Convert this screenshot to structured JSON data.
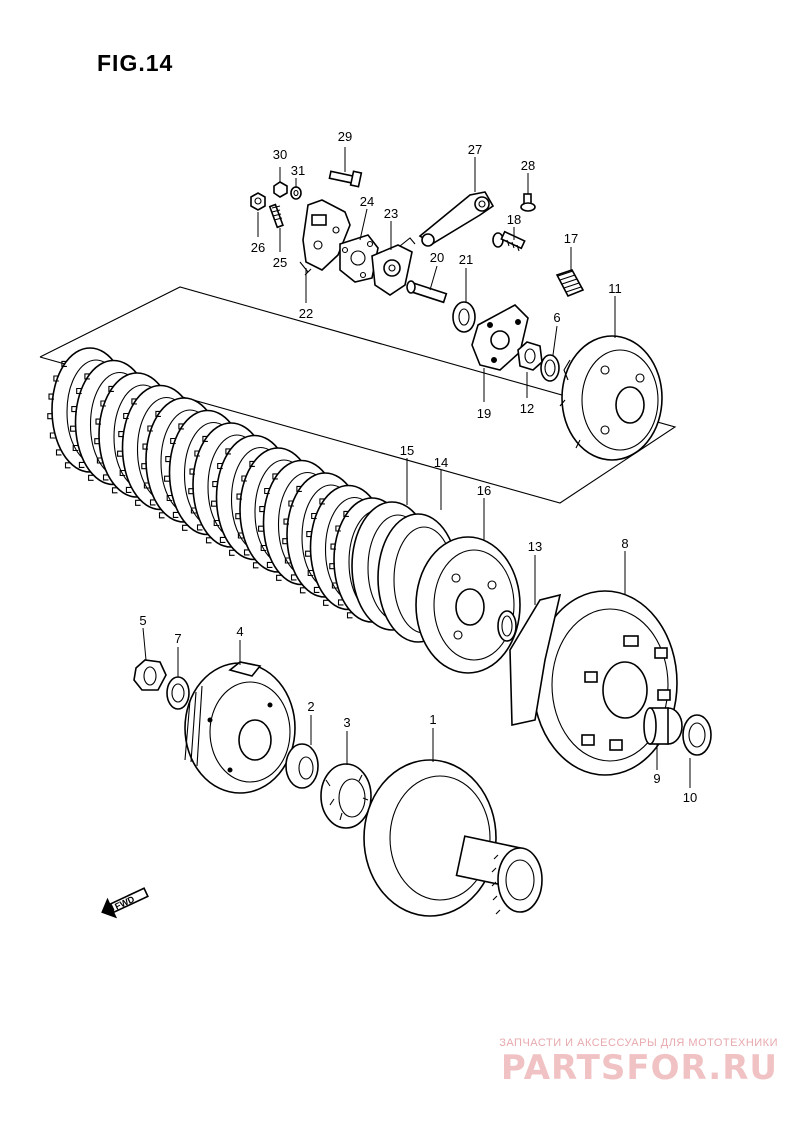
{
  "figure": {
    "title": "FIG.14"
  },
  "callouts": [
    {
      "id": "1",
      "label": "1"
    },
    {
      "id": "2",
      "label": "2"
    },
    {
      "id": "3",
      "label": "3"
    },
    {
      "id": "4",
      "label": "4"
    },
    {
      "id": "5",
      "label": "5"
    },
    {
      "id": "6",
      "label": "6"
    },
    {
      "id": "7",
      "label": "7"
    },
    {
      "id": "8",
      "label": "8"
    },
    {
      "id": "9",
      "label": "9"
    },
    {
      "id": "10",
      "label": "10"
    },
    {
      "id": "11",
      "label": "11"
    },
    {
      "id": "12",
      "label": "12"
    },
    {
      "id": "13",
      "label": "13"
    },
    {
      "id": "14",
      "label": "14"
    },
    {
      "id": "15",
      "label": "15"
    },
    {
      "id": "16",
      "label": "16"
    },
    {
      "id": "17",
      "label": "17"
    },
    {
      "id": "18",
      "label": "18"
    },
    {
      "id": "19",
      "label": "19"
    },
    {
      "id": "20",
      "label": "20"
    },
    {
      "id": "21",
      "label": "21"
    },
    {
      "id": "22",
      "label": "22"
    },
    {
      "id": "23",
      "label": "23"
    },
    {
      "id": "24",
      "label": "24"
    },
    {
      "id": "25",
      "label": "25"
    },
    {
      "id": "26",
      "label": "26"
    },
    {
      "id": "27",
      "label": "27"
    },
    {
      "id": "28",
      "label": "28"
    },
    {
      "id": "29",
      "label": "29"
    },
    {
      "id": "30",
      "label": "30"
    },
    {
      "id": "31",
      "label": "31"
    }
  ],
  "direction_marker": {
    "label": "FWD"
  },
  "watermark": {
    "subtitle": "ЗАПЧАСТИ И АКСЕССУАРЫ ДЛЯ МОТОТЕХНИКИ",
    "brand": "PARTSFOR.RU",
    "color": "#f0c2c4"
  }
}
